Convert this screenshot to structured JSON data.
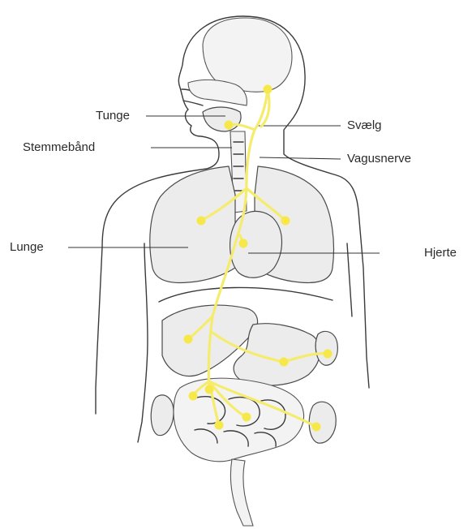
{
  "labels": {
    "tunge": "Tunge",
    "stemmebaand": "Stemmebånd",
    "lunge": "Lunge",
    "svaelg": "Svælg",
    "vagusnerve": "Vagusnerve",
    "hjerte": "Hjerte"
  },
  "colors": {
    "nerve": "#f5ec6e",
    "node": "#f7e84a",
    "outline": "#3a3a3a",
    "organ_fill": "#ececec"
  }
}
